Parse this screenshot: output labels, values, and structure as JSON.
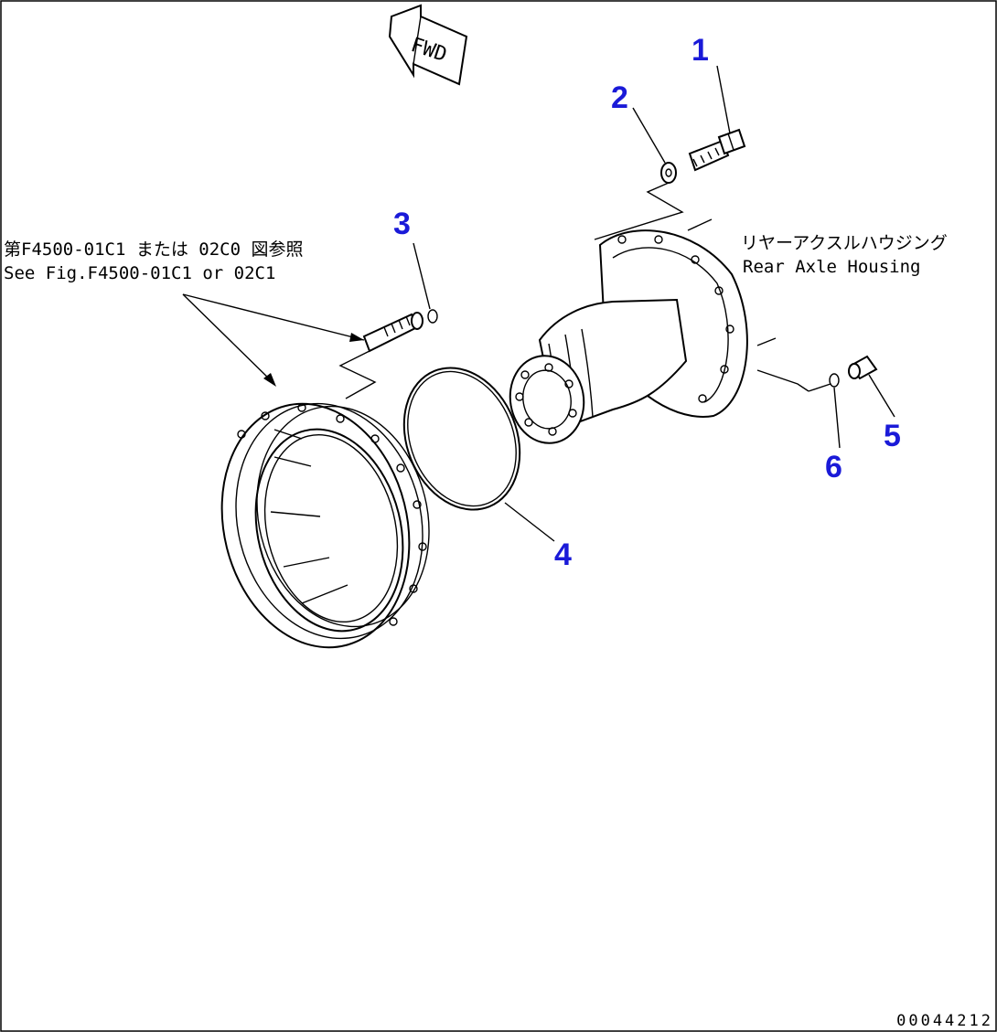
{
  "fwd_label": "FWD",
  "note": {
    "line1": "第F4500-01C1 または 02C0 図参照",
    "line2": "See Fig.F4500-01C1 or 02C1"
  },
  "housing_label": {
    "jp": "リヤーアクスルハウジング",
    "en": "Rear Axle Housing"
  },
  "callouts": [
    {
      "id": "1",
      "label": "1"
    },
    {
      "id": "2",
      "label": "2"
    },
    {
      "id": "3",
      "label": "3"
    },
    {
      "id": "4",
      "label": "4"
    },
    {
      "id": "5",
      "label": "5"
    },
    {
      "id": "6",
      "label": "6"
    }
  ],
  "drawing_number": "00044212",
  "colors": {
    "callout": "#1a1ad8",
    "line": "#000000",
    "background": "#ffffff"
  }
}
